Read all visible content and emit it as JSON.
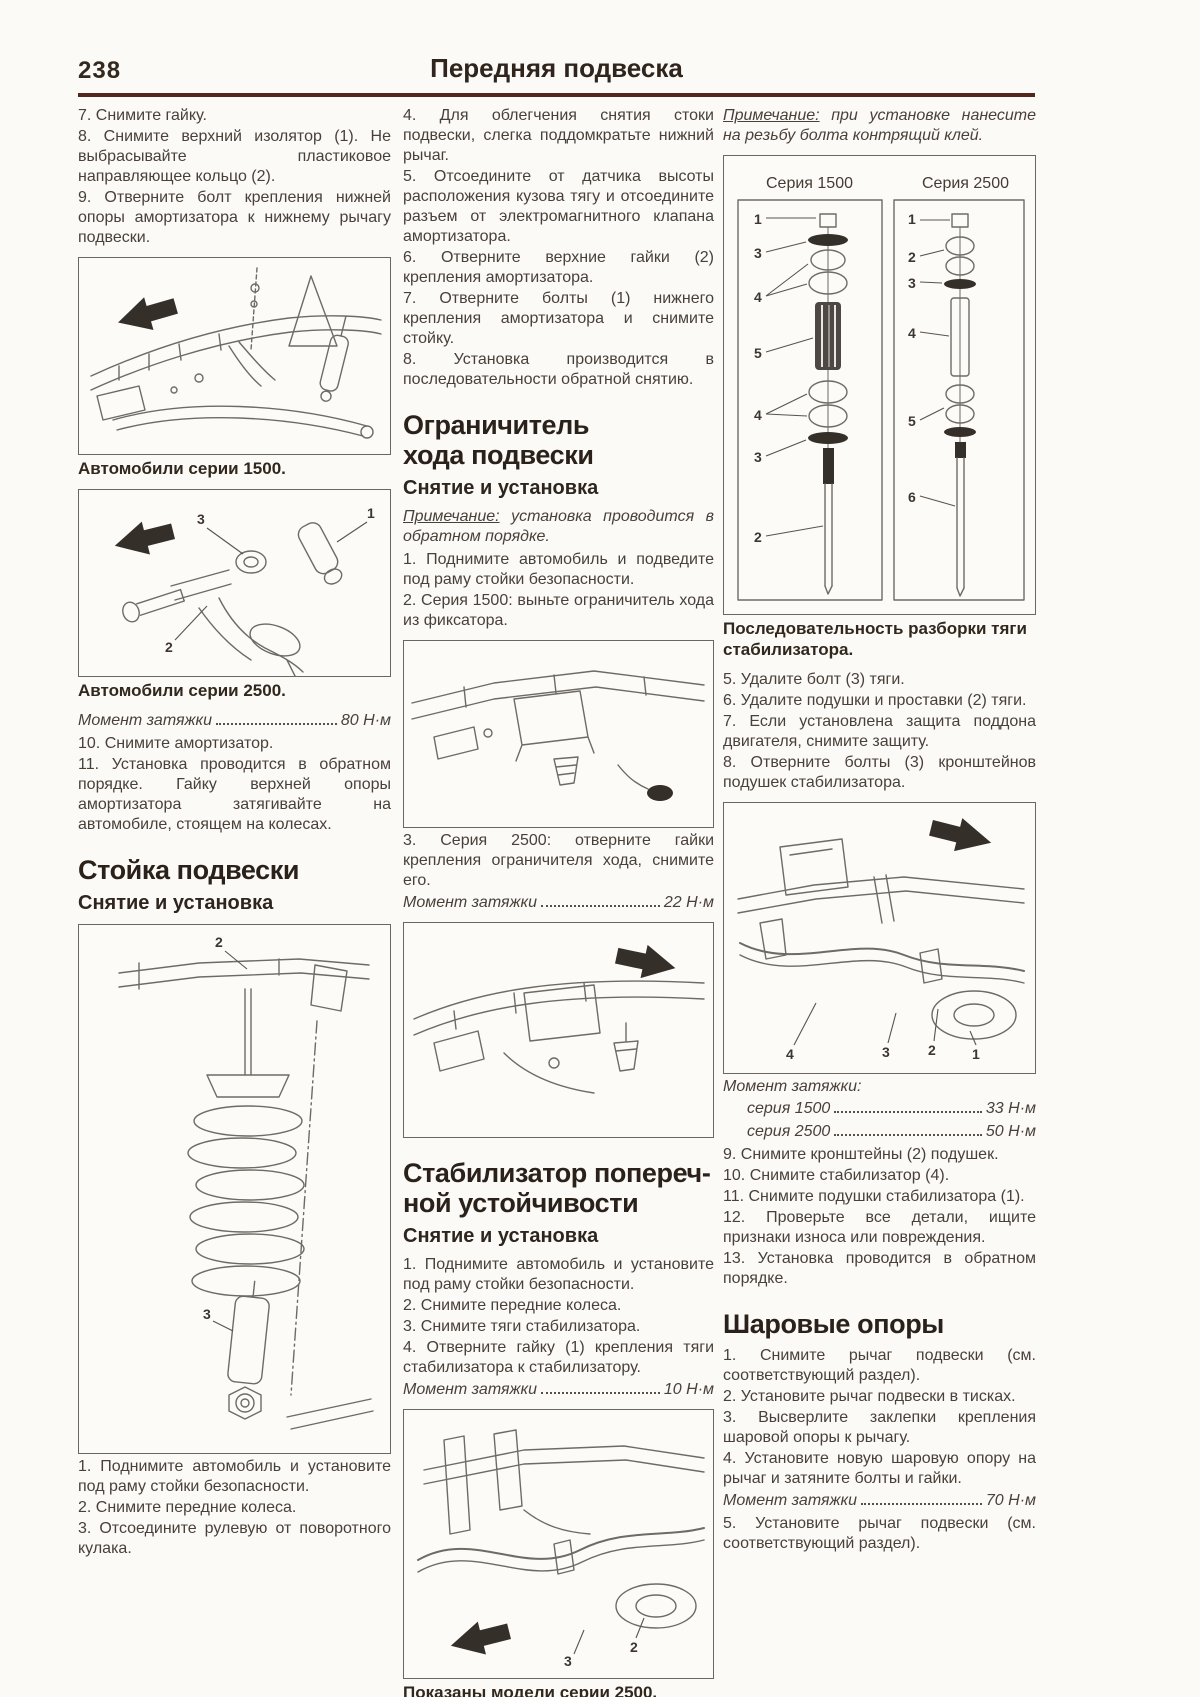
{
  "page": {
    "number": "238",
    "title": "Передняя подвеска"
  },
  "colors": {
    "rule": "#54261e",
    "body_text": "#4a403a",
    "heading_text": "#2b211b"
  },
  "col1": {
    "steps_top": [
      "7. Снимите гайку.",
      "8. Снимите верхний изолятор (1). Не выбрасывайте пластиковое направляющее кольцо (2).",
      "9. Отверните болт крепления нижней опоры амортизатора к нижнему рычагу подвески."
    ],
    "fig_1500_caption": "Автомобили серии 1500.",
    "fig_2500_labels": [
      "1",
      "2",
      "3"
    ],
    "fig_2500_caption": "Автомобили серии 2500.",
    "torque": {
      "label": "Момент затяжки",
      "value": "80 Н·м"
    },
    "steps_mid": [
      "10. Снимите амортизатор.",
      "11. Установка проводится в обратном порядке. Гайку верхней опоры амортизатора затягивайте на автомобиле, стоящем на колесах."
    ],
    "section_heading": "Стойка подвески",
    "subheading": "Снятие и установка",
    "fig_strut_labels": [
      "2",
      "3"
    ],
    "steps_bottom": [
      "1. Поднимите автомобиль и установите под раму стойки безопасности.",
      "2. Снимите передние колеса.",
      "3. Отсоедините рулевую от поворотного кулака."
    ]
  },
  "col2": {
    "steps_top": [
      "4. Для облегчения снятия стоки подвески, слегка поддомкратьте нижний рычаг.",
      "5. Отсоедините от датчика высоты расположения кузова тягу и отсоедините разъем от электромагнитного клапана амортизатора.",
      "6. Отверните верхние гайки (2) крепления амортизатора.",
      "7. Отверните болты (1) нижнего крепления амортизатора и снимите стойку.",
      "8. Установка производится в последовательности обратной снятию."
    ],
    "section_heading_line1": "Ограничитель",
    "section_heading_line2": "хода подвески",
    "subheading": "Снятие и установка",
    "note_label": "Примечание:",
    "note_text": " установка проводится в обратном порядке.",
    "steps_mid": [
      "1. Поднимите автомобиль и подведите под раму стойки безопасности.",
      "2. Серия 1500: выньте ограничитель хода из фиксатора."
    ],
    "step3": "3. Серия 2500: отверните гайки крепления ограничителя хода, снимите его.",
    "torque": {
      "label": "Момент затяжки",
      "value": "22 Н·м"
    },
    "section2_heading_line1": "Стабилизатор попереч-",
    "section2_heading_line2": "ной устойчивости",
    "subheading2": "Снятие и установка",
    "steps_bottom": [
      "1. Поднимите автомобиль и установите под раму стойки безопасности.",
      "2. Снимите передние колеса.",
      "3. Снимите тяги стабилизатора.",
      "4. Отверните гайку (1) крепления тяги стабилизатора к стабилизатору."
    ],
    "torque2": {
      "label": "Момент затяжки",
      "value": "10 Н·м"
    },
    "fig_stab_labels": [
      "2",
      "3"
    ],
    "fig_caption": "Показаны модели серии 2500."
  },
  "col3": {
    "note_label": "Примечание:",
    "note_text": " при установке нанесите на резьбу болта контрящий клей.",
    "fig_series_left_title": "Серия 1500",
    "fig_series_right_title": "Серия 2500",
    "fig_left_labels": [
      "1",
      "3",
      "4",
      "5",
      "4",
      "3",
      "2"
    ],
    "fig_right_labels": [
      "1",
      "2",
      "3",
      "4",
      "5",
      "6"
    ],
    "fig_caption": "Последовательность разборки тяги стабилизатора.",
    "steps_top": [
      "5. Удалите болт (3) тяги.",
      "6. Удалите подушки и проставки (2) тяги.",
      "7. Если установлена защита поддона двигателя, снимите защиту.",
      "8. Отверните болты (3) кронштейнов подушек стабилизатора."
    ],
    "fig_mount_labels": [
      "4",
      "3",
      "2",
      "1"
    ],
    "torque_multi": {
      "label": "Момент затяжки:",
      "rows": [
        {
          "name": "серия 1500",
          "value": "33 Н·м"
        },
        {
          "name": "серия 2500",
          "value": "50 Н·м"
        }
      ]
    },
    "steps_mid": [
      "9. Снимите кронштейны (2) подушек.",
      "10. Снимите стабилизатор (4).",
      "11. Снимите подушки стабилизатора (1).",
      "12. Проверьте все детали, ищите признаки износа или повреждения.",
      "13. Установка проводится в обратном порядке."
    ],
    "section_heading": "Шаровые опоры",
    "steps_bottom": [
      "1. Снимите рычаг подвески (см. соответствующий раздел).",
      "2. Установите рычаг подвески в тисках.",
      "3. Высверлите заклепки крепления шаровой опоры к рычагу.",
      "4. Установите новую шаровую опору на рычаг и затяните болты и гайки."
    ],
    "torque": {
      "label": "Момент затяжки",
      "value": "70 Н·м"
    },
    "step5": "5. Установите рычаг подвески (см. соответствующий раздел)."
  }
}
